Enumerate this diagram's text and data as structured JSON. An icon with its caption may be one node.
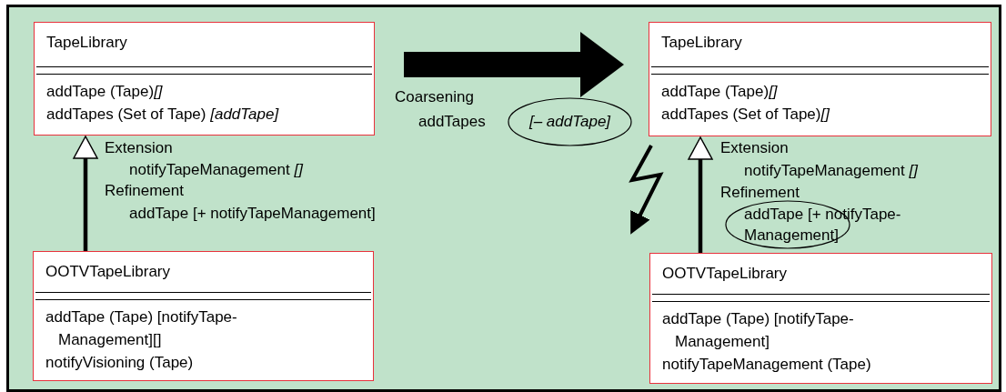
{
  "diagram": {
    "nodes": [
      {
        "text": [
          "TapeLibrary",
          "addTape (Tape)*[]*",
          "addTapes (Set of Tape) *[addTape]*"
        ]
      },
      {
        "text": [
          "OOTVTapeLibrary",
          "addTape (Tape) [notifyTape- Management][]",
          "notifyVisioning (Tape)"
        ]
      },
      {
        "text": [
          "TapeLibrary",
          "addTape (Tape)*[]*",
          "addTapes (Set of Tape)*[]*"
        ]
      },
      {
        "text": [
          "OOTVTapeLibrary",
          "addTape (Tape) [notifyTape- Management]",
          "notifyTapeManagement (Tape)"
        ]
      },
      {
        "text": [
          "[– addTape]"
        ]
      },
      {
        "text": [
          "addTape [+ notifyTape- Management]"
        ]
      }
    ],
    "edges": [
      {
        "from": 1,
        "to": 0,
        "arrow": "to"
      },
      {
        "from": 3,
        "to": 2,
        "arrow": "to"
      },
      {
        "from": 0,
        "to": 2,
        "arrow": "to",
        "style": "thick"
      }
    ],
    "labels": [
      "Coarsening",
      "addTapes",
      "Extension",
      "notifyTapeManagement *[]*",
      "Refinement",
      "addTape [+ notifyTapeManagement]",
      "Extension",
      "notifyTapeManagement *[]*",
      "Refinement"
    ]
  }
}
